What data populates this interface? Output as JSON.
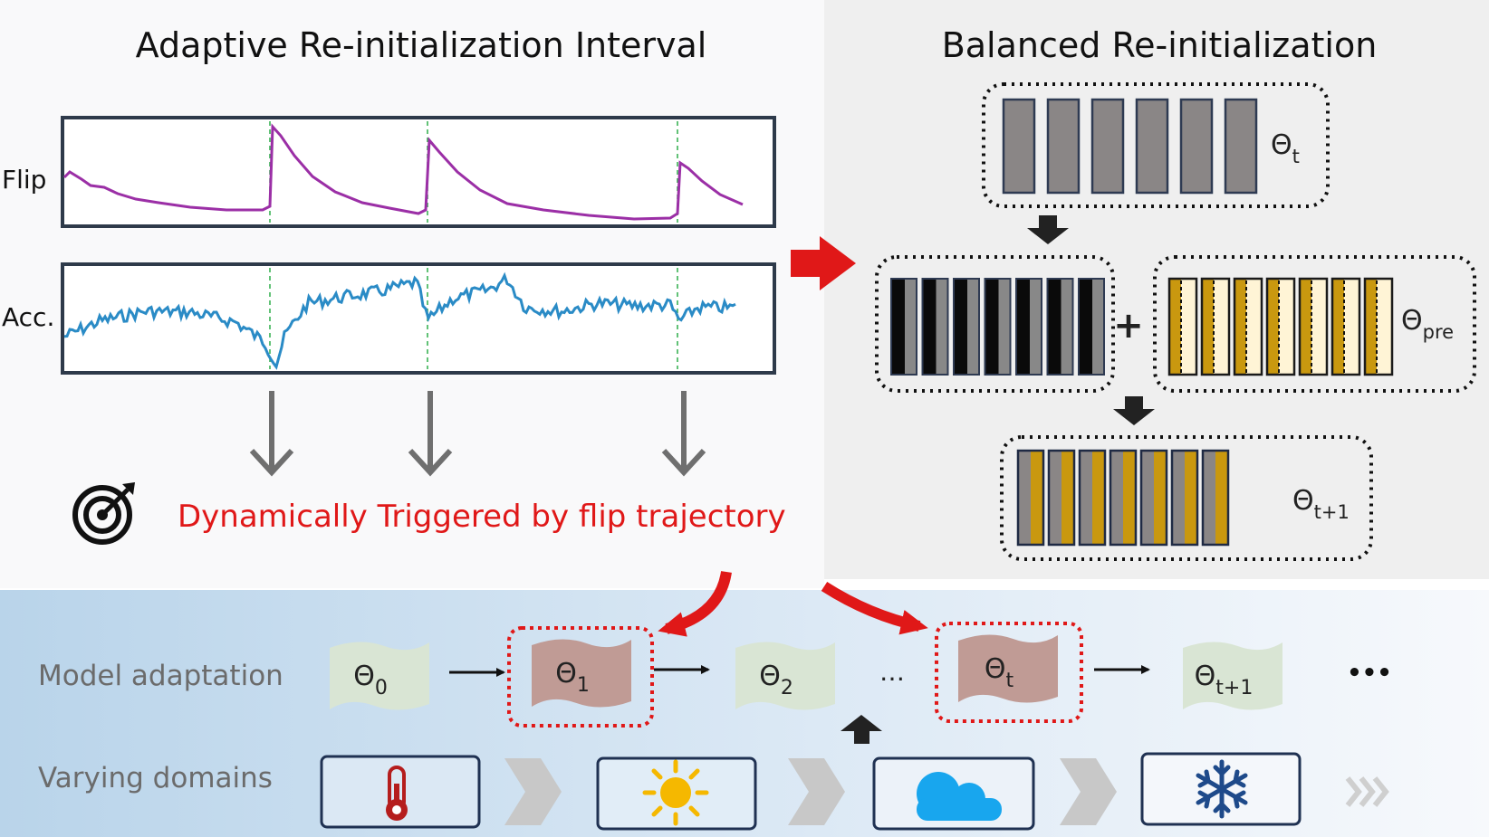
{
  "left_panel": {
    "title": "Adaptive Re-initialization Interval",
    "flip_label": "Flip",
    "acc_label": "Acc.",
    "trigger_text": "Dynamically Triggered by flip trajectory",
    "reinit_points_x": [
      0.29,
      0.52,
      0.87
    ]
  },
  "right_panel": {
    "title": "Balanced Re-initialization",
    "theta_t": {
      "base": "Θ",
      "sub": "t"
    },
    "theta_pre": {
      "base": "Θ",
      "sub": "pre"
    },
    "theta_next": {
      "base": "Θ",
      "sub": "t+1"
    },
    "plus": "+"
  },
  "bottom": {
    "model_label": "Model adaptation",
    "domains_label": "Varying domains",
    "states": [
      {
        "base": "Θ",
        "sub": "0"
      },
      {
        "base": "Θ",
        "sub": "1"
      },
      {
        "base": "Θ",
        "sub": "2"
      },
      {
        "base": "Θ",
        "sub": "t"
      },
      {
        "base": "Θ",
        "sub": "t+1"
      }
    ],
    "ellipsis_mid": "…",
    "ellipsis_end": "•••",
    "domains": [
      "thermometer-icon",
      "sun-icon",
      "cloud-icon",
      "snowflake-icon"
    ]
  },
  "colors": {
    "flip_line": "#9b2fa6",
    "acc_line": "#2a8bc6",
    "reinit_line": "#2fae4a",
    "red": "#e01818",
    "gold": "#c9980f",
    "gray_block": "#8a8686",
    "mint_flag": "#d9e5d4",
    "rose_flag": "#c09b95"
  }
}
